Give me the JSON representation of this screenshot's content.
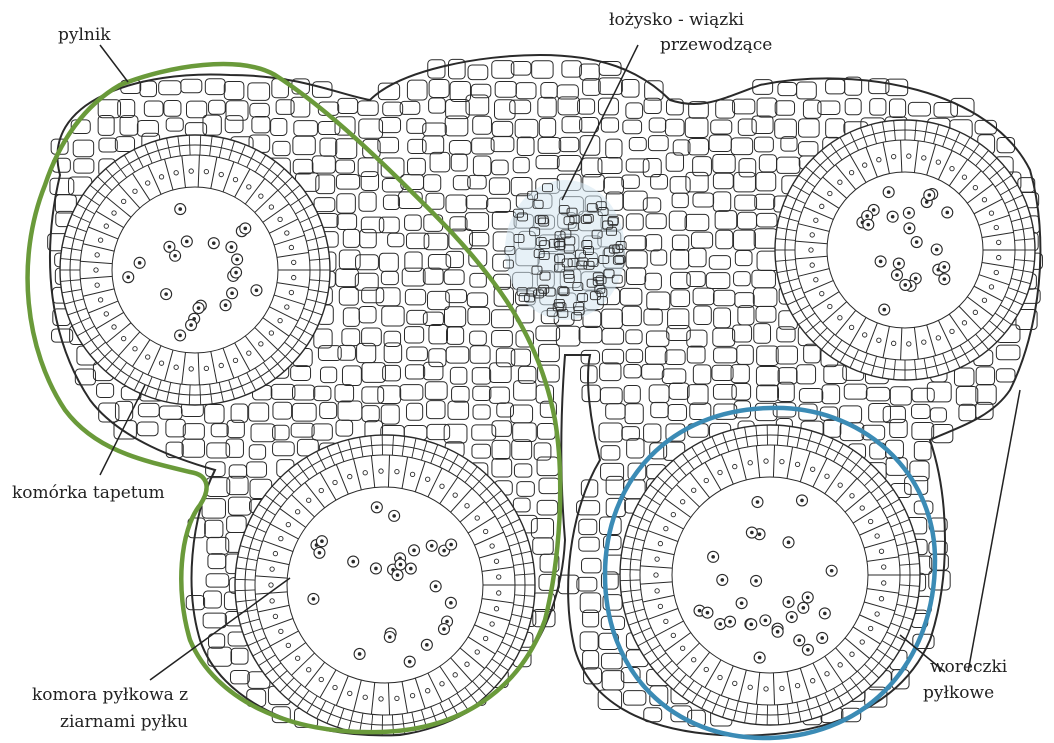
{
  "labels": {
    "pylnik": "pylnik",
    "lozysko_line1": "łożysko - wiązki",
    "lozysko_line2": "przewodzące",
    "komorka_tapetum": "komórka tapetum",
    "komora_line1": "komora pyłkowa z",
    "komora_line2": "ziarnami pyłku",
    "woreczki_line1": "woreczki",
    "woreczki_line2": "pyłkowe"
  },
  "colors": {
    "anther_outline": "#6a9a3a",
    "pollen_sac_outline": "#3b8bb5",
    "vascular_tint": "#d4e6f1",
    "cell_stroke": "#2a2a2a"
  }
}
